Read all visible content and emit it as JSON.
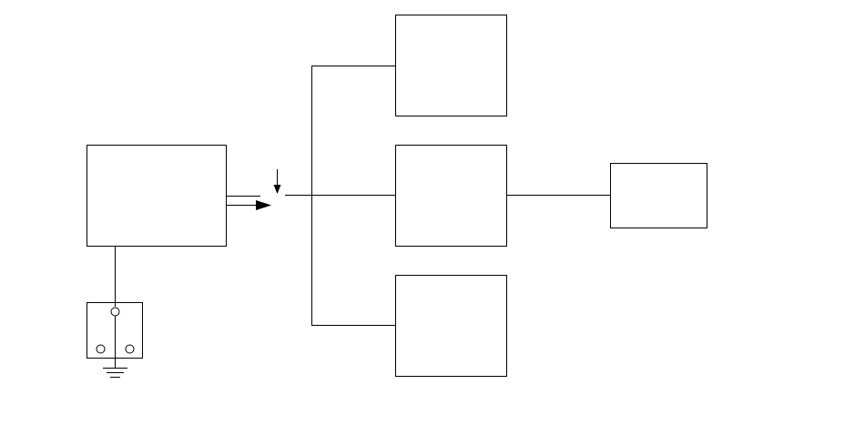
{
  "colors": {
    "background": "#ffffff",
    "line": "#000000"
  },
  "blocks": [
    {
      "id": "source-block",
      "label": ""
    },
    {
      "id": "top-block",
      "label": ""
    },
    {
      "id": "middle-block",
      "label": ""
    },
    {
      "id": "bottom-block",
      "label": ""
    },
    {
      "id": "output-block",
      "label": ""
    }
  ],
  "icons": [
    "ground-icon",
    "socket-icon",
    "arrow-right-icon",
    "arrow-down-icon"
  ]
}
